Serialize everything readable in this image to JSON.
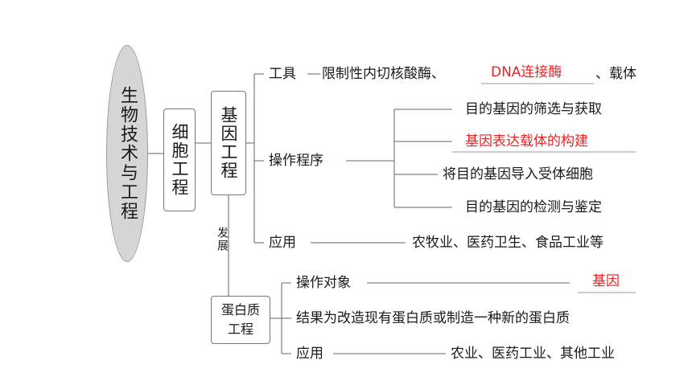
{
  "root": "生物技术与工程",
  "cell_engineering": "细胞工程",
  "gene_engineering": "基因工程",
  "development_label": "发展",
  "protein_engineering": {
    "line1": "蛋白质",
    "line2": "工程"
  },
  "gene_branches": {
    "tools": {
      "label": "工具",
      "prefix": "限制性内切核酸酶、",
      "blank": "DNA连接酶",
      "suffix": "、载体"
    },
    "procedure": {
      "label": "操作程序",
      "steps": [
        "目的基因的筛选与获取",
        "基因表达载体的构建",
        "将目的基因导入受体细胞",
        "目的基因的检测与鉴定"
      ]
    },
    "application": {
      "label": "应用",
      "text": "农牧业、医药卫生、食品工业等"
    }
  },
  "protein_branches": {
    "object": {
      "label": "操作对象",
      "blank": "基因"
    },
    "result": "结果为改造现有蛋白质或制造一种新的蛋白质",
    "application": {
      "label": "应用",
      "text": "农业、医药工业、其他工业"
    }
  },
  "colors": {
    "answer": "#e32626",
    "lines": "#666666",
    "root_fill": "#d6d6d6"
  }
}
